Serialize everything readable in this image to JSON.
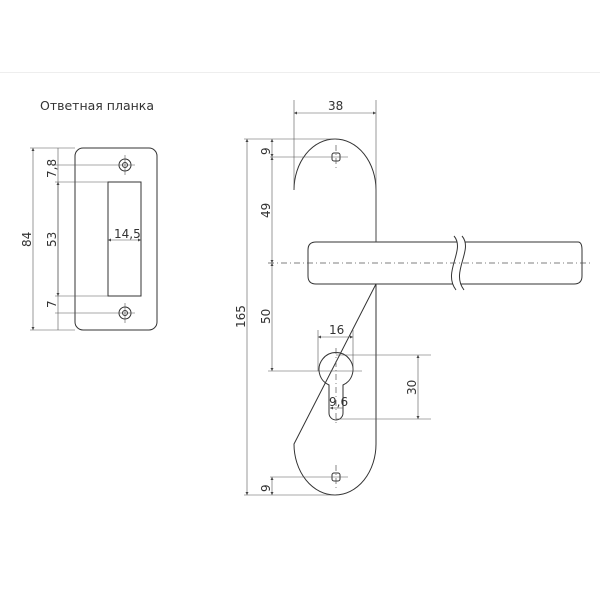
{
  "strike_plate": {
    "title": "Ответная планка",
    "dims": {
      "height": "84",
      "slot_height": "53",
      "top_offset": "7,8",
      "bottom_offset": "7",
      "slot_width": "14,5"
    }
  },
  "handle": {
    "dims": {
      "width": "38",
      "total_height": "165",
      "top_screw": "9",
      "screw_to_lever": "49",
      "lever_to_cylinder": "50",
      "bottom_screw": "9",
      "cylinder_width": "16",
      "cylinder_height": "30",
      "cylinder_stem": "9,6"
    }
  }
}
